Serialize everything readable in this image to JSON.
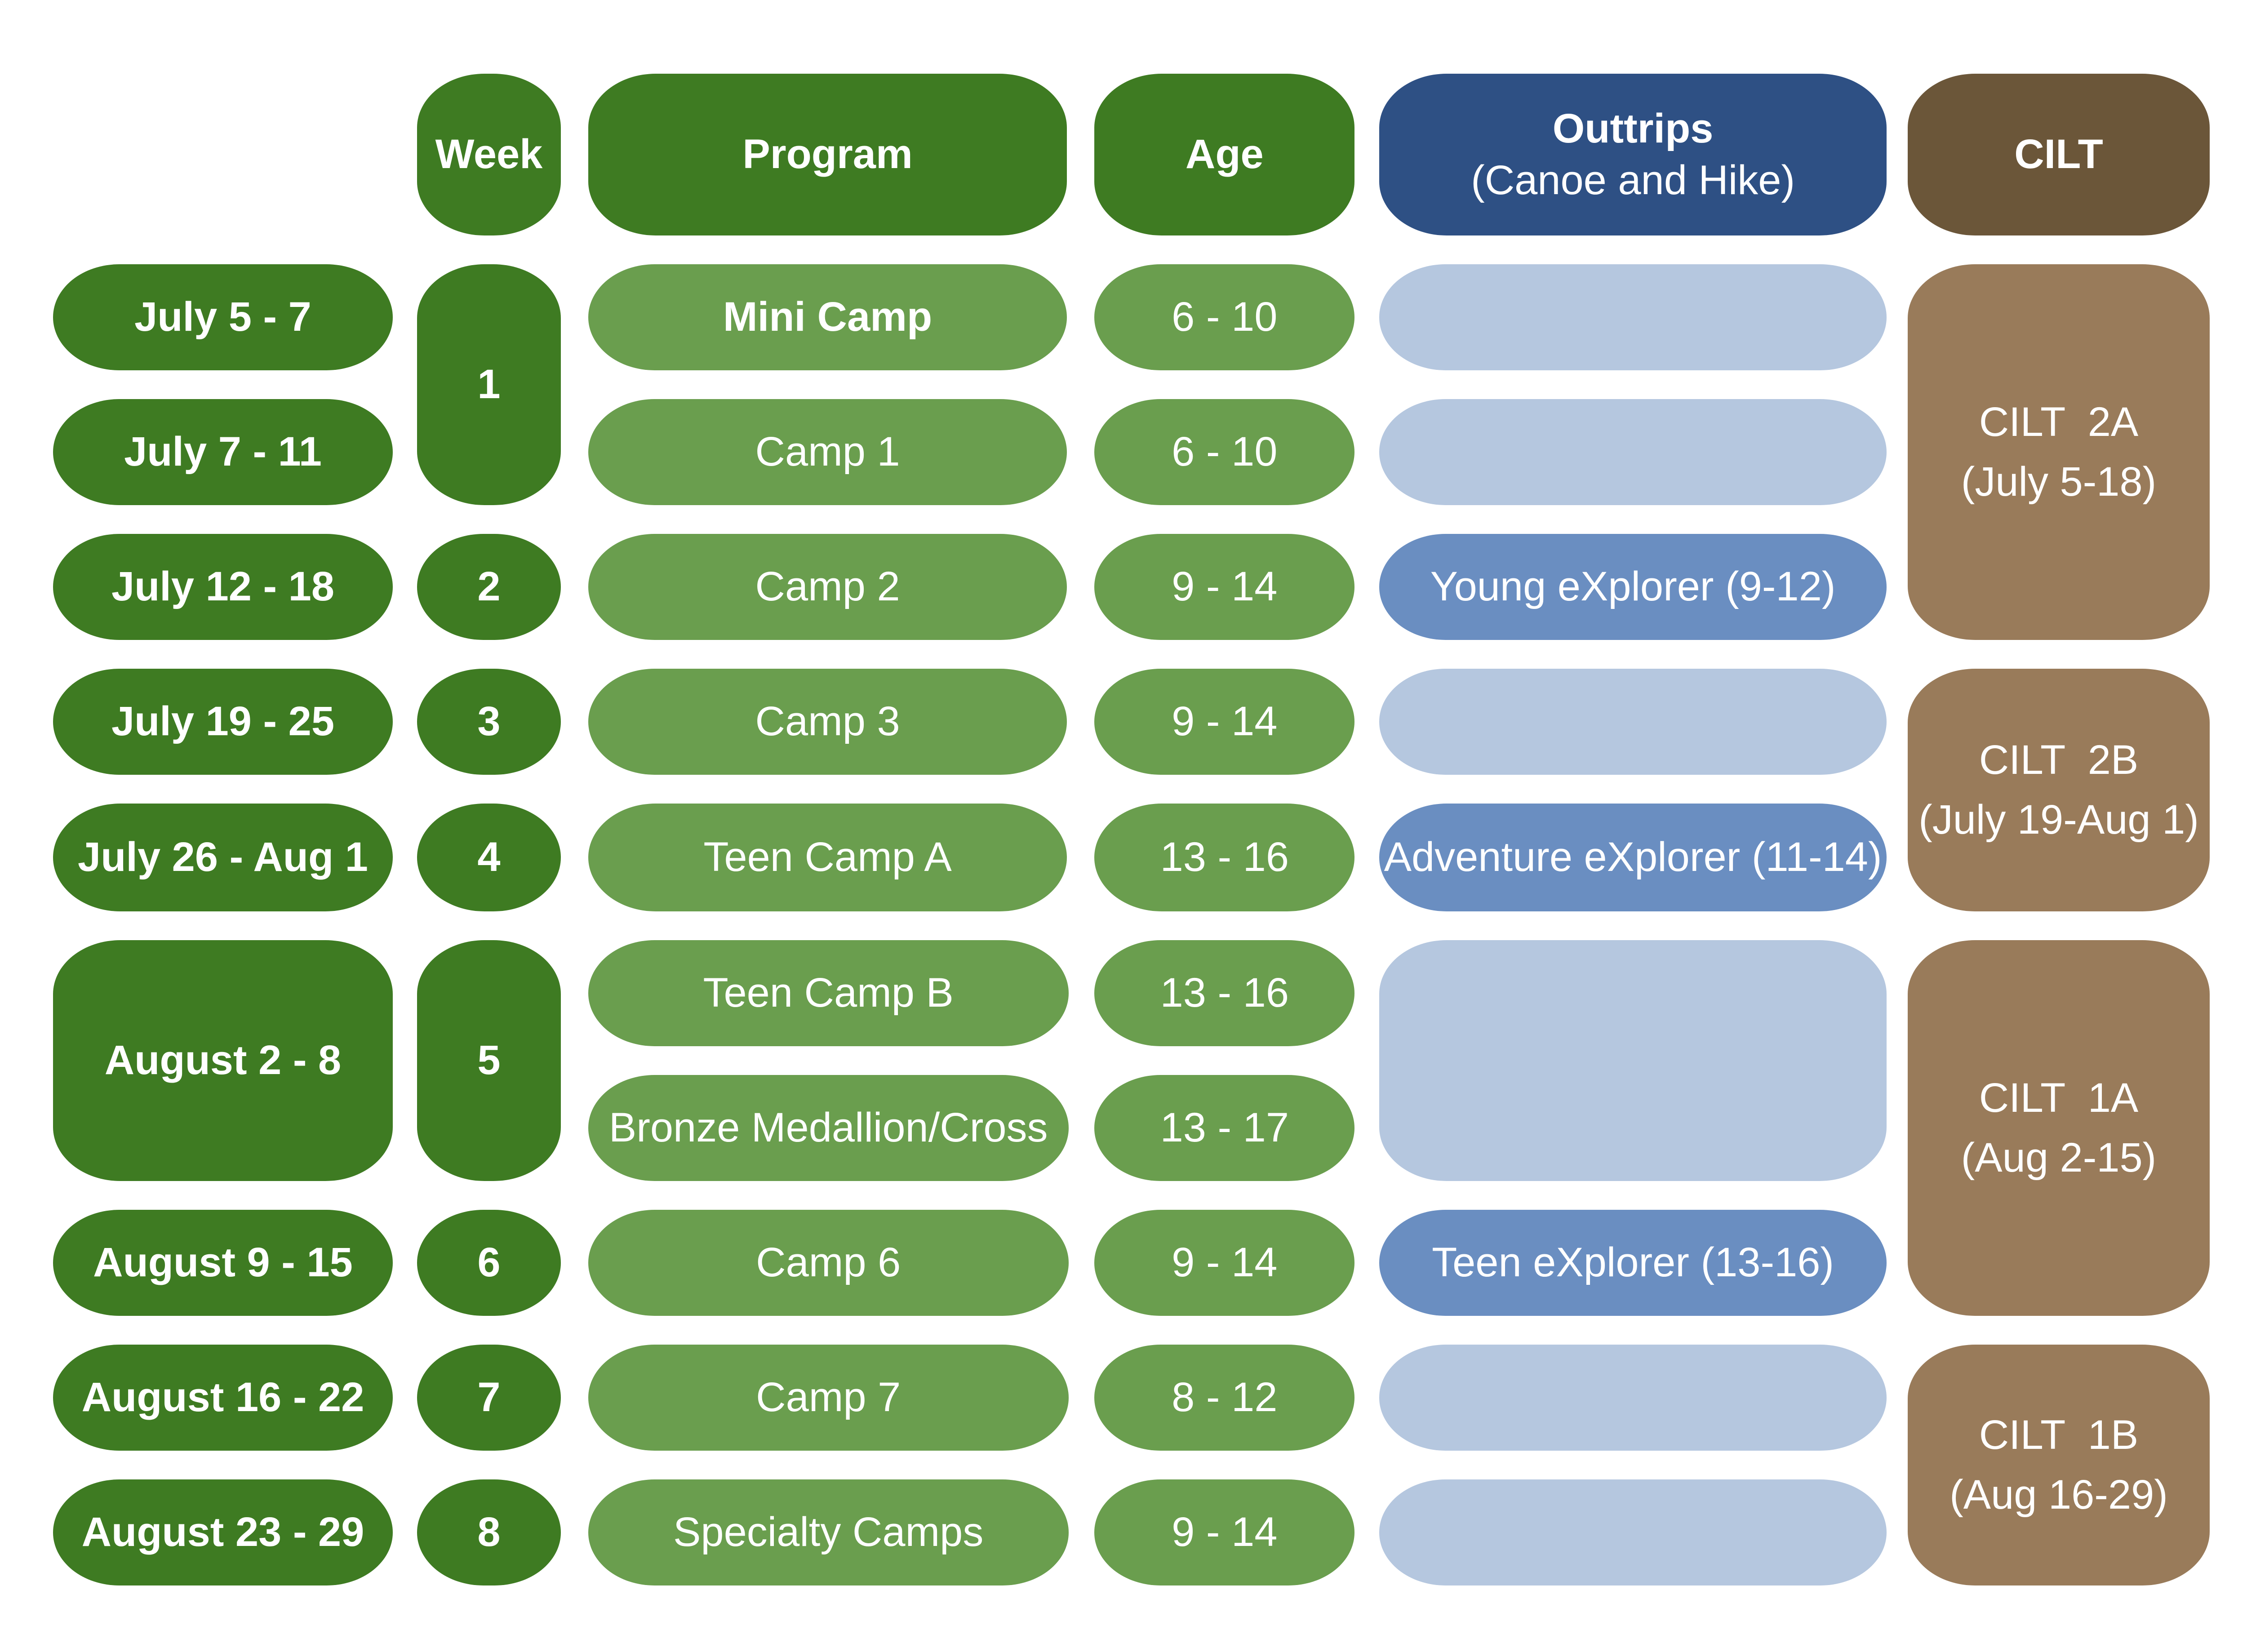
{
  "headers": {
    "week": "Week",
    "program": "Program",
    "age": "Age",
    "outtrips_title": "Outtrips",
    "outtrips_sub": "(Canoe and Hike)",
    "cilt": "CILT"
  },
  "dates": [
    "July 5 - 7",
    "July 7 - 11",
    "July 12 - 18",
    "July 19 - 25",
    "July 26 - Aug 1",
    "August 2 - 8",
    "August 9 - 15",
    "August 16 - 22",
    "August 23 - 29"
  ],
  "weeks": [
    "1",
    "2",
    "3",
    "4",
    "5",
    "6",
    "7",
    "8"
  ],
  "programs": [
    "Mini Camp",
    "Camp 1",
    "Camp 2",
    "Camp 3",
    "Teen Camp A",
    "Teen Camp B",
    "Bronze Medallion/Cross",
    "Camp 6",
    "Camp 7",
    "Specialty Camps"
  ],
  "ages": [
    "6 - 10",
    "6 - 10",
    "9 - 14",
    "9 - 14",
    "13 - 16",
    "13 - 16",
    "13 - 17",
    "9 - 14",
    "8 - 12",
    "9 - 14"
  ],
  "outtrips": [
    "",
    "",
    "Young eXplorer (9-12)",
    "",
    "Adventure eXplorer (11-14)",
    "",
    "Teen eXplorer (13-16)",
    "",
    ""
  ],
  "cilt": [
    {
      "name": "CILT  2A",
      "dates": "(July 5-18)"
    },
    {
      "name": "CILT  2B",
      "dates": "(July 19-Aug 1)"
    },
    {
      "name": "CILT  1A",
      "dates": "(Aug 2-15)"
    },
    {
      "name": "CILT  1B",
      "dates": "(Aug 16-29)"
    }
  ],
  "colors": {
    "dark_green": "#3e7b22",
    "light_green": "#6a9e4e",
    "header_blue": "#2e5084",
    "empty_blue": "#b5c7df",
    "outtrip_blue": "#6a8ec1",
    "header_brown": "#6b5639",
    "cilt_brown": "#997b5a"
  }
}
